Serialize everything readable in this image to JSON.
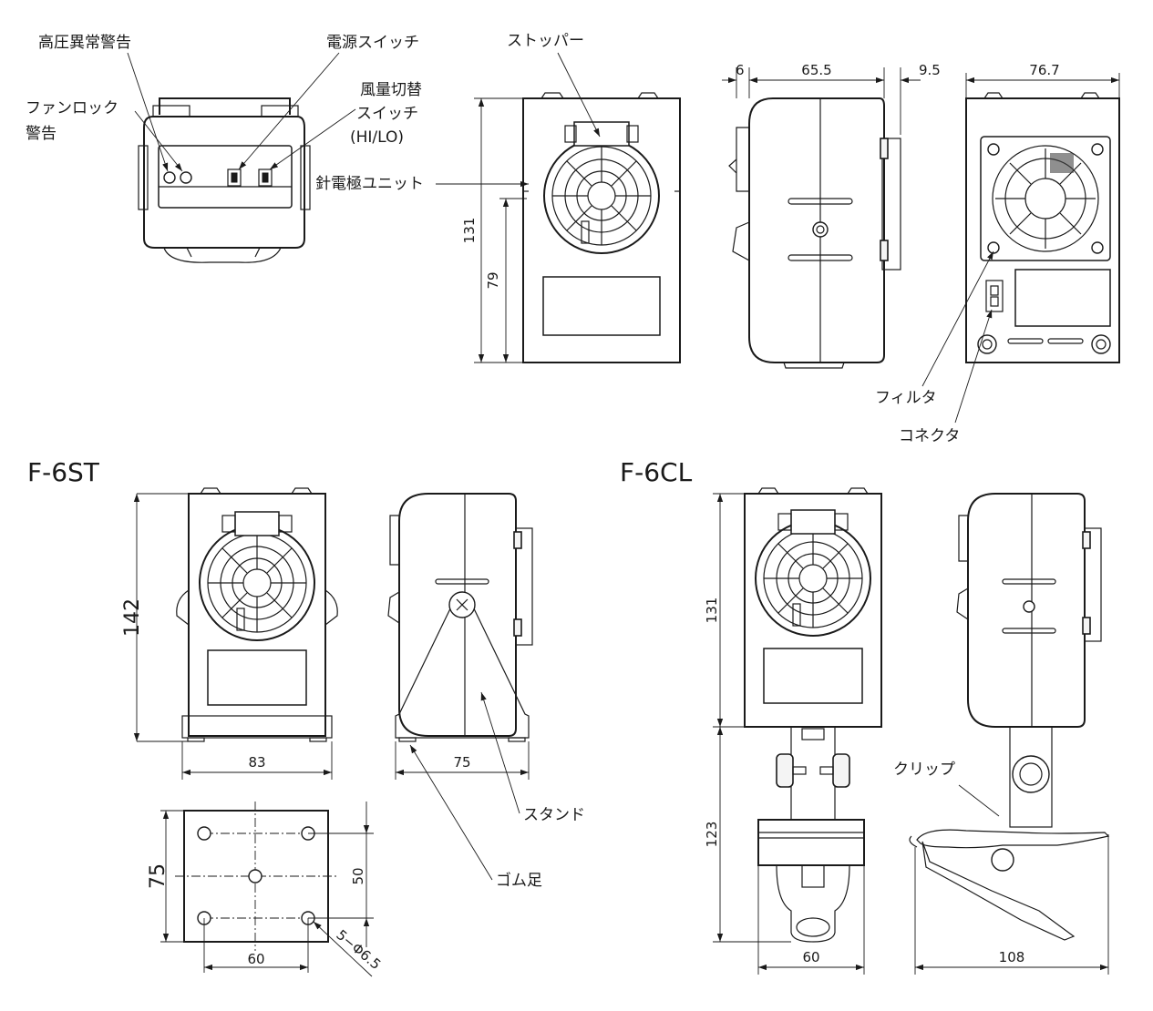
{
  "callouts": {
    "high_voltage_warning": "高圧異常警告",
    "fan_lock_warning_line1": "ファンロック",
    "fan_lock_warning_line2": "警告",
    "power_switch": "電源スイッチ",
    "airflow_switch_line1": "風量切替",
    "airflow_switch_line2": "スイッチ",
    "airflow_switch_line3": "(HI/LO)",
    "stopper": "ストッパー",
    "needle_electrode_unit": "針電極ユニット",
    "filter": "フィルタ",
    "connector": "コネクタ",
    "stand": "スタンド",
    "rubber_foot": "ゴム足",
    "clip": "クリップ"
  },
  "models": {
    "stand_model": "F-6ST",
    "clip_model": "F-6CL"
  },
  "dimensions": {
    "front_height": "131",
    "front_center_height": "79",
    "side_left_offset": "6",
    "side_depth": "65.5",
    "side_right_offset": "9.5",
    "rear_width": "76.7",
    "st_height": "142",
    "st_width": "83",
    "st_stand_depth": "75",
    "base_depth": "75",
    "base_hole_pitch_v": "50",
    "base_width": "60",
    "base_holes": "5−Φ6.5",
    "cl_body_height": "131",
    "cl_clip_height": "123",
    "cl_clip_width": "60",
    "cl_clip_length": "108"
  }
}
